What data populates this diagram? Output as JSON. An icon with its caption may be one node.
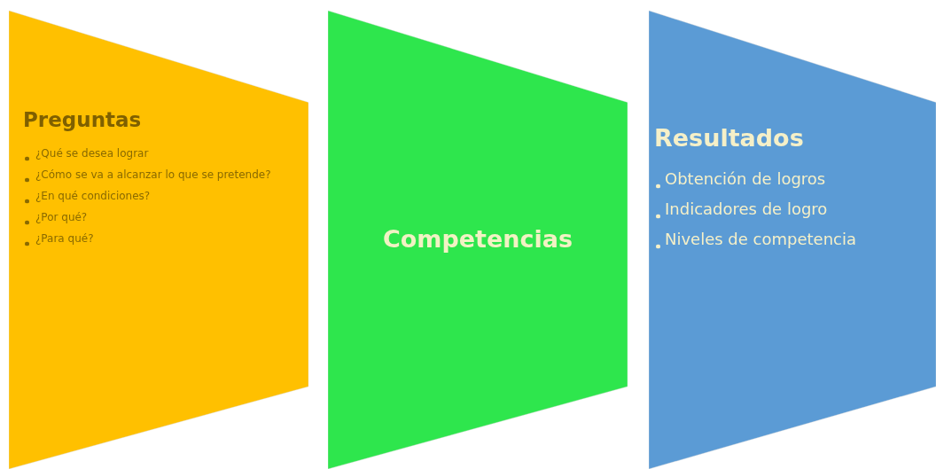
{
  "diagram": {
    "nodes": [
      {
        "text": [
          "Preguntas",
          "¿Qué se desea lograr",
          "¿Cómo se va a alcanzar lo que se pretende?",
          "¿En qué condiciones?",
          "¿Por qué?",
          "¿Para qué?"
        ]
      },
      {
        "text": [
          "Competencias"
        ]
      },
      {
        "text": [
          "Resultados",
          "Obtención de logros",
          "Indicadores de logro",
          "Niveles de competencia"
        ]
      }
    ]
  }
}
